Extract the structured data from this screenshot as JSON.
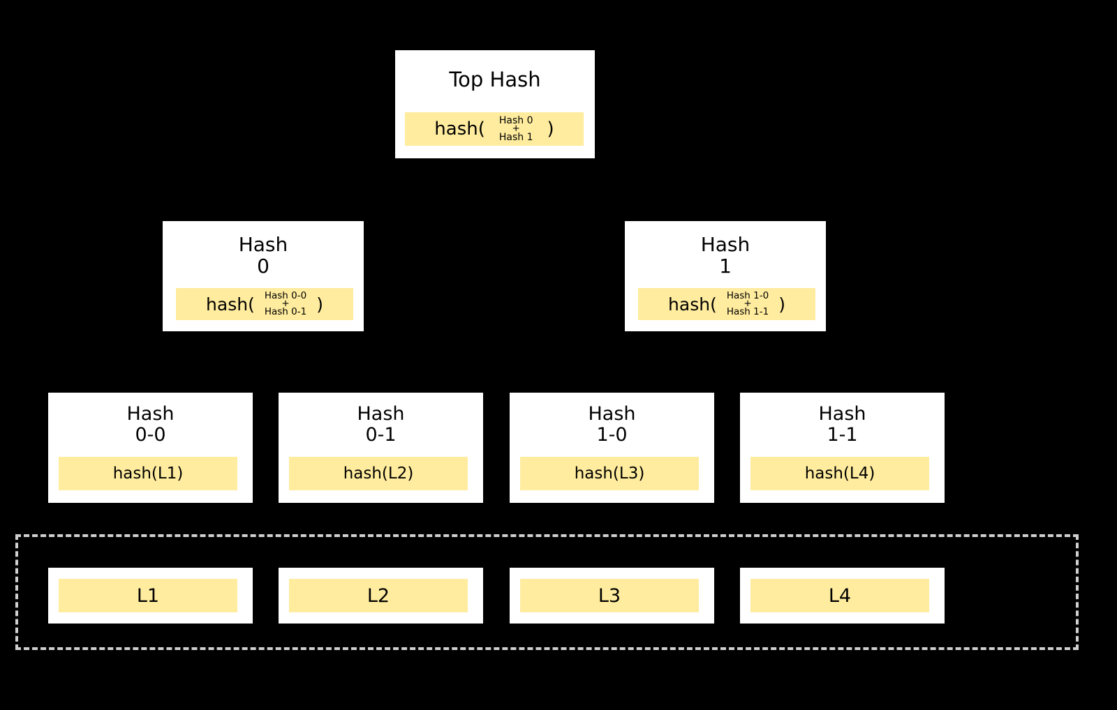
{
  "diagram": {
    "type": "merkle-tree",
    "background_color": "#000000",
    "node_fill": "#ffffff",
    "chip_fill": "#ffec9e",
    "group_border_color": "#d0d0d0",
    "text_color": "#000000"
  },
  "root": {
    "title": "Top Hash",
    "fn_open": "hash(",
    "fn_close": ")",
    "arg_top": "Hash 0",
    "arg_plus": "+",
    "arg_bottom": "Hash 1"
  },
  "level1": [
    {
      "title": "Hash\n0",
      "fn_open": "hash(",
      "fn_close": ")",
      "arg_top": "Hash 0-0",
      "arg_plus": "+",
      "arg_bottom": "Hash 0-1"
    },
    {
      "title": "Hash\n1",
      "fn_open": "hash(",
      "fn_close": ")",
      "arg_top": "Hash 1-0",
      "arg_plus": "+",
      "arg_bottom": "Hash 1-1"
    }
  ],
  "level2": [
    {
      "title": "Hash\n0-0",
      "chip": "hash(L1)"
    },
    {
      "title": "Hash\n0-1",
      "chip": "hash(L2)"
    },
    {
      "title": "Hash\n1-0",
      "chip": "hash(L3)"
    },
    {
      "title": "Hash\n1-1",
      "chip": "hash(L4)"
    }
  ],
  "data_blocks": [
    {
      "chip": "L1"
    },
    {
      "chip": "L2"
    },
    {
      "chip": "L3"
    },
    {
      "chip": "L4"
    }
  ]
}
